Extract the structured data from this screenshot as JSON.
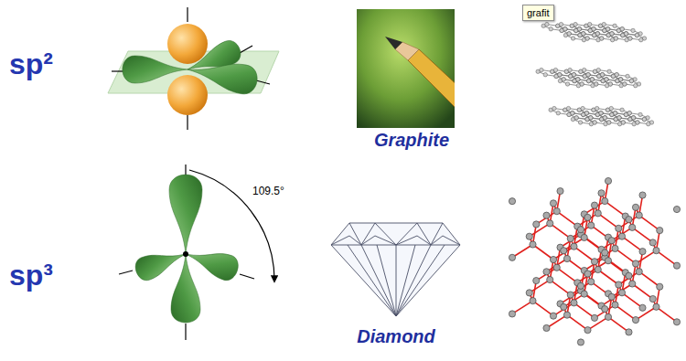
{
  "diagram": {
    "nodes": [
      {
        "text": [
          "grafit"
        ]
      }
    ],
    "labels": [
      "sp²",
      "sp³",
      "Graphite",
      "Diamond",
      "109.5°"
    ]
  }
}
